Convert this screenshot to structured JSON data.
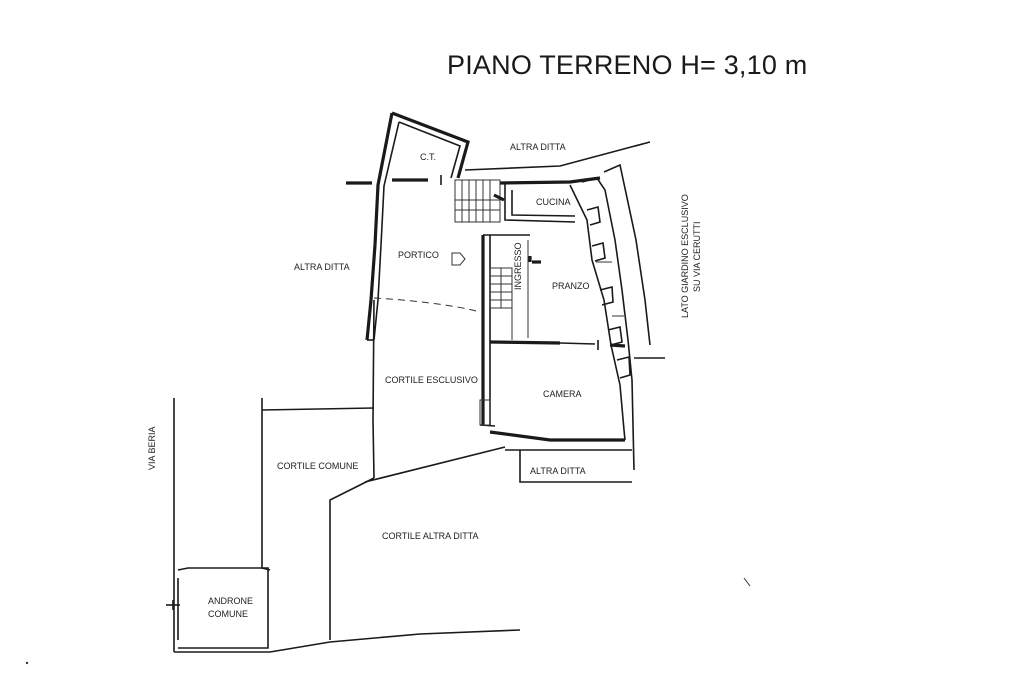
{
  "title": "PIANO TERRENO H= 3,10 m",
  "labels": {
    "ct": "C.T.",
    "altra_ditta_top": "ALTRA DITTA",
    "cucina": "CUCINA",
    "portico": "PORTICO",
    "ingresso": "INGRESSO",
    "pranzo": "PRANZO",
    "altra_ditta_left": "ALTRA DITTA",
    "lato_giardino_1": "LATO GIARDINO ESCLUSIVO",
    "lato_giardino_2": "SU VIA CERUTTI",
    "cortile_esclusivo": "CORTILE ESCLUSIVO",
    "camera": "CAMERA",
    "via_beria": "VIA BERIA",
    "cortile_comune": "CORTILE COMUNE",
    "altra_ditta_bottom": "ALTRA DITTA",
    "cortile_altra_ditta": "CORTILE ALTRA DITTA",
    "androne_1": "ANDRONE",
    "androne_2": "COMUNE"
  }
}
